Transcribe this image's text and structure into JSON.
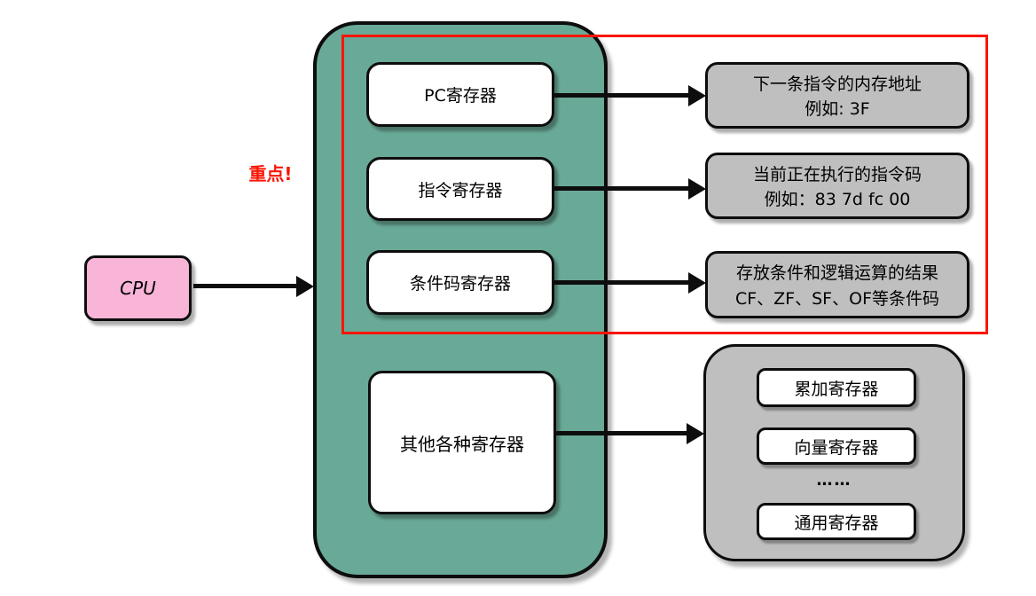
{
  "cpu_label": "CPU",
  "emphasis": "重点!",
  "registers": [
    {
      "name": "PC寄存器",
      "desc1": "下一条指令的内存地址",
      "desc2": "例如: 3F"
    },
    {
      "name": "指令寄存器",
      "desc1": "当前正在执行的指令码",
      "desc2": "例如：83 7d fc 00"
    },
    {
      "name": "条件码寄存器",
      "desc1": "存放条件和逻辑运算的结果",
      "desc2": "CF、ZF、SF、OF等条件码"
    },
    {
      "name": "其他各种寄存器"
    }
  ],
  "other_register_types": [
    "累加寄存器",
    "向量寄存器",
    "……",
    "通用寄存器"
  ],
  "colors": {
    "container_teal": "#69a997",
    "cpu_pink": "#f9b5d8",
    "desc_gray": "#bfbfbf",
    "emphasis_red": "#fa1505",
    "outline_black": "#0d0d0d",
    "node_white": "#ffffff"
  }
}
